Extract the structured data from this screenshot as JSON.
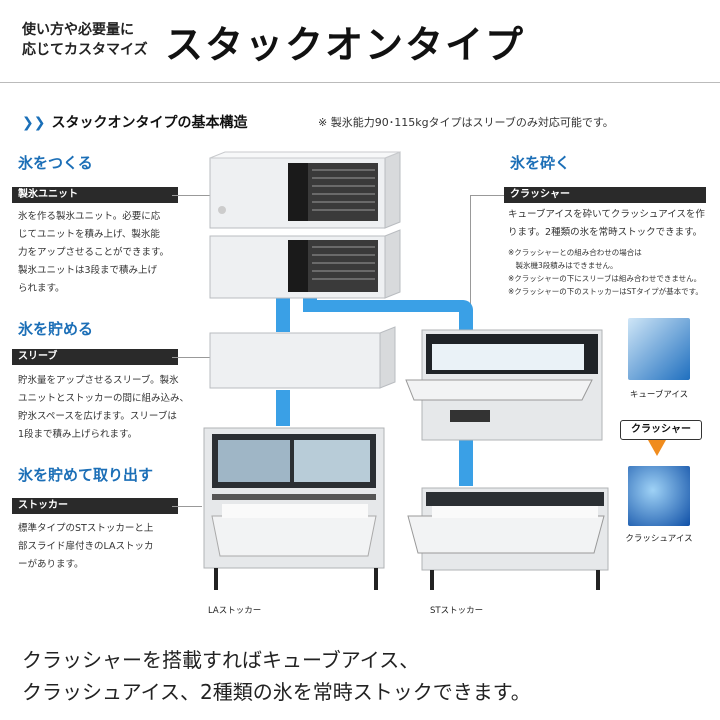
{
  "header": {
    "subtitle_line1": "使い方や必要量に",
    "subtitle_line2": "応じてカスタマイズ",
    "title": "スタックオンタイプ"
  },
  "section": {
    "heading": "スタックオンタイプの基本構造",
    "note": "※ 製氷能力90･115kgタイプはスリーブのみ対応可能です。"
  },
  "left": {
    "make": {
      "heading": "氷をつくる",
      "label": "製氷ユニット",
      "desc": [
        "氷を作る製氷ユニット。必要に応",
        "じてユニットを積み上げ、製氷能",
        "力をアップさせることができます。",
        "製氷ユニットは3段まで積み上げ",
        "られます。"
      ]
    },
    "store": {
      "heading": "氷を貯める",
      "label": "スリーブ",
      "desc": [
        "貯氷量をアップさせるスリーブ。製氷",
        "ユニットとストッカーの間に組み込み、",
        "貯氷スペースを広げます。スリーブは",
        "1段まで積み上げられます。"
      ]
    },
    "dispense": {
      "heading": "氷を貯めて取り出す",
      "label": "ストッカー",
      "desc": [
        "標準タイプのSTストッカーと上",
        "部スライド扉付きのLAストッカ",
        "ーがあります。"
      ]
    }
  },
  "right": {
    "crush": {
      "heading": "氷を砕く",
      "label": "クラッシャー",
      "desc": [
        "キューブアイスを砕いてクラッシュアイスを作",
        "ります。2種類の氷を常時ストックできます。"
      ],
      "notes": [
        "※クラッシャーとの組み合わせの場合は",
        "　製氷機3段積みはできません。",
        "※クラッシャーの下にスリーブは組み合わせできません。",
        "※クラッシャーの下のストッカーはSTタイプが基本です。"
      ]
    }
  },
  "captions": {
    "la": "LAストッカー",
    "st": "STストッカー",
    "cube": "キューブアイス",
    "crusher_tag": "クラッシャー",
    "crushed": "クラッシュアイス"
  },
  "bottom": {
    "line1": "クラッシャーを搭載すればキューブアイス、",
    "line2": "クラッシュアイス、2種類の氷を常時ストックできます。"
  },
  "colors": {
    "accent_blue": "#1c6fb7",
    "pipe_blue": "#3aa0e6",
    "label_bg": "#2a2a2a"
  }
}
